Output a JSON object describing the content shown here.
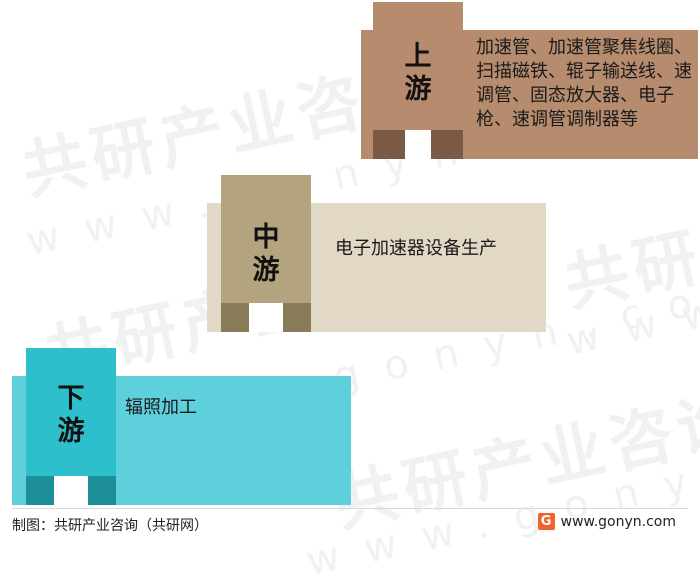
{
  "watermark": {
    "brand_cn": "共研产业咨询",
    "brand_url": "www.gonyn.com"
  },
  "stages": {
    "upstream": {
      "label_line1": "上",
      "label_line2": "游",
      "content": "加速管、加速管聚焦线圈、扫描磁铁、辊子输送线、速调管、固态放大器、电子枪、速调管调制器等",
      "colors": {
        "panel": "#b68b6e",
        "ribbon": "#b68b6e",
        "fold": "#7a5a44"
      }
    },
    "midstream": {
      "label_line1": "中",
      "label_line2": "游",
      "content": "电子加速器设备生产",
      "colors": {
        "panel": "#e1d8c5",
        "ribbon": "#b3a47f",
        "fold": "#8a7b59"
      }
    },
    "downstream": {
      "label_line1": "下",
      "label_line2": "游",
      "content": "辐照加工",
      "colors": {
        "panel": "#5ed0dc",
        "ribbon": "#2ebfcc",
        "fold": "#1d8f99"
      }
    }
  },
  "footer": {
    "source": "制图：共研产业咨询（共研网）",
    "logo_icon": "gonyn-logo",
    "logo_char": "G",
    "website": "www.gonyn.com"
  }
}
